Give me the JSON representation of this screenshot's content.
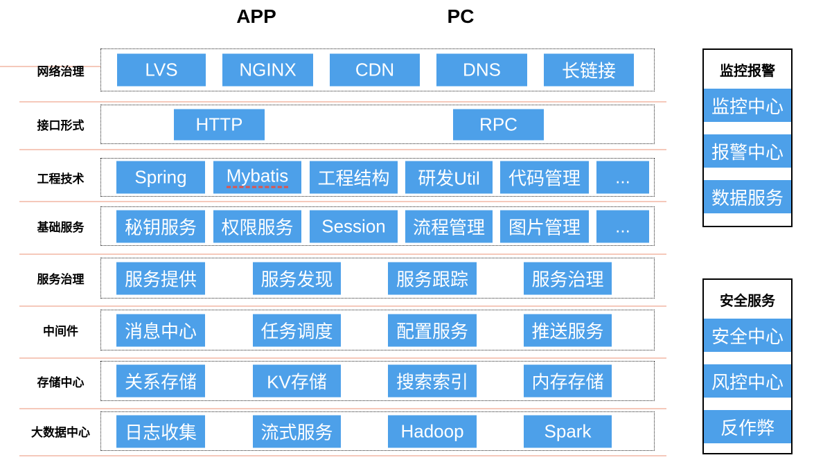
{
  "header": {
    "app": "APP",
    "pc": "PC"
  },
  "rows": [
    {
      "label": "网络治理",
      "boxes": [
        "LVS",
        "NGINX",
        "CDN",
        "DNS",
        "长链接"
      ]
    },
    {
      "label": "接口形式",
      "boxes": [
        "HTTP",
        "RPC"
      ]
    },
    {
      "label": "工程技术",
      "boxes": [
        "Spring",
        "Mybatis",
        "工程结构",
        "研发Util",
        "代码管理",
        "..."
      ]
    },
    {
      "label": "基础服务",
      "boxes": [
        "秘钥服务",
        "权限服务",
        "Session",
        "流程管理",
        "图片管理",
        "..."
      ]
    },
    {
      "label": "服务治理",
      "boxes": [
        "服务提供",
        "服务发现",
        "服务跟踪",
        "服务治理"
      ]
    },
    {
      "label": "中间件",
      "boxes": [
        "消息中心",
        "任务调度",
        "配置服务",
        "推送服务"
      ]
    },
    {
      "label": "存储中心",
      "boxes": [
        "关系存储",
        "KV存储",
        "搜索索引",
        "内存存储"
      ]
    },
    {
      "label": "大数据中心",
      "boxes": [
        "日志收集",
        "流式服务",
        "Hadoop",
        "Spark"
      ]
    }
  ],
  "side_panels": [
    {
      "title": "监控报警",
      "items": [
        "监控中心",
        "报警中心",
        "数据服务"
      ]
    },
    {
      "title": "安全服务",
      "items": [
        "安全中心",
        "风控中心",
        "反作弊"
      ]
    }
  ],
  "colors": {
    "box_blue": "#4da0e9",
    "separator_pink": "#f5c8ba",
    "misspell_red": "#e0544a",
    "text_on_blue": "#ffffff",
    "text_black": "#000000"
  }
}
